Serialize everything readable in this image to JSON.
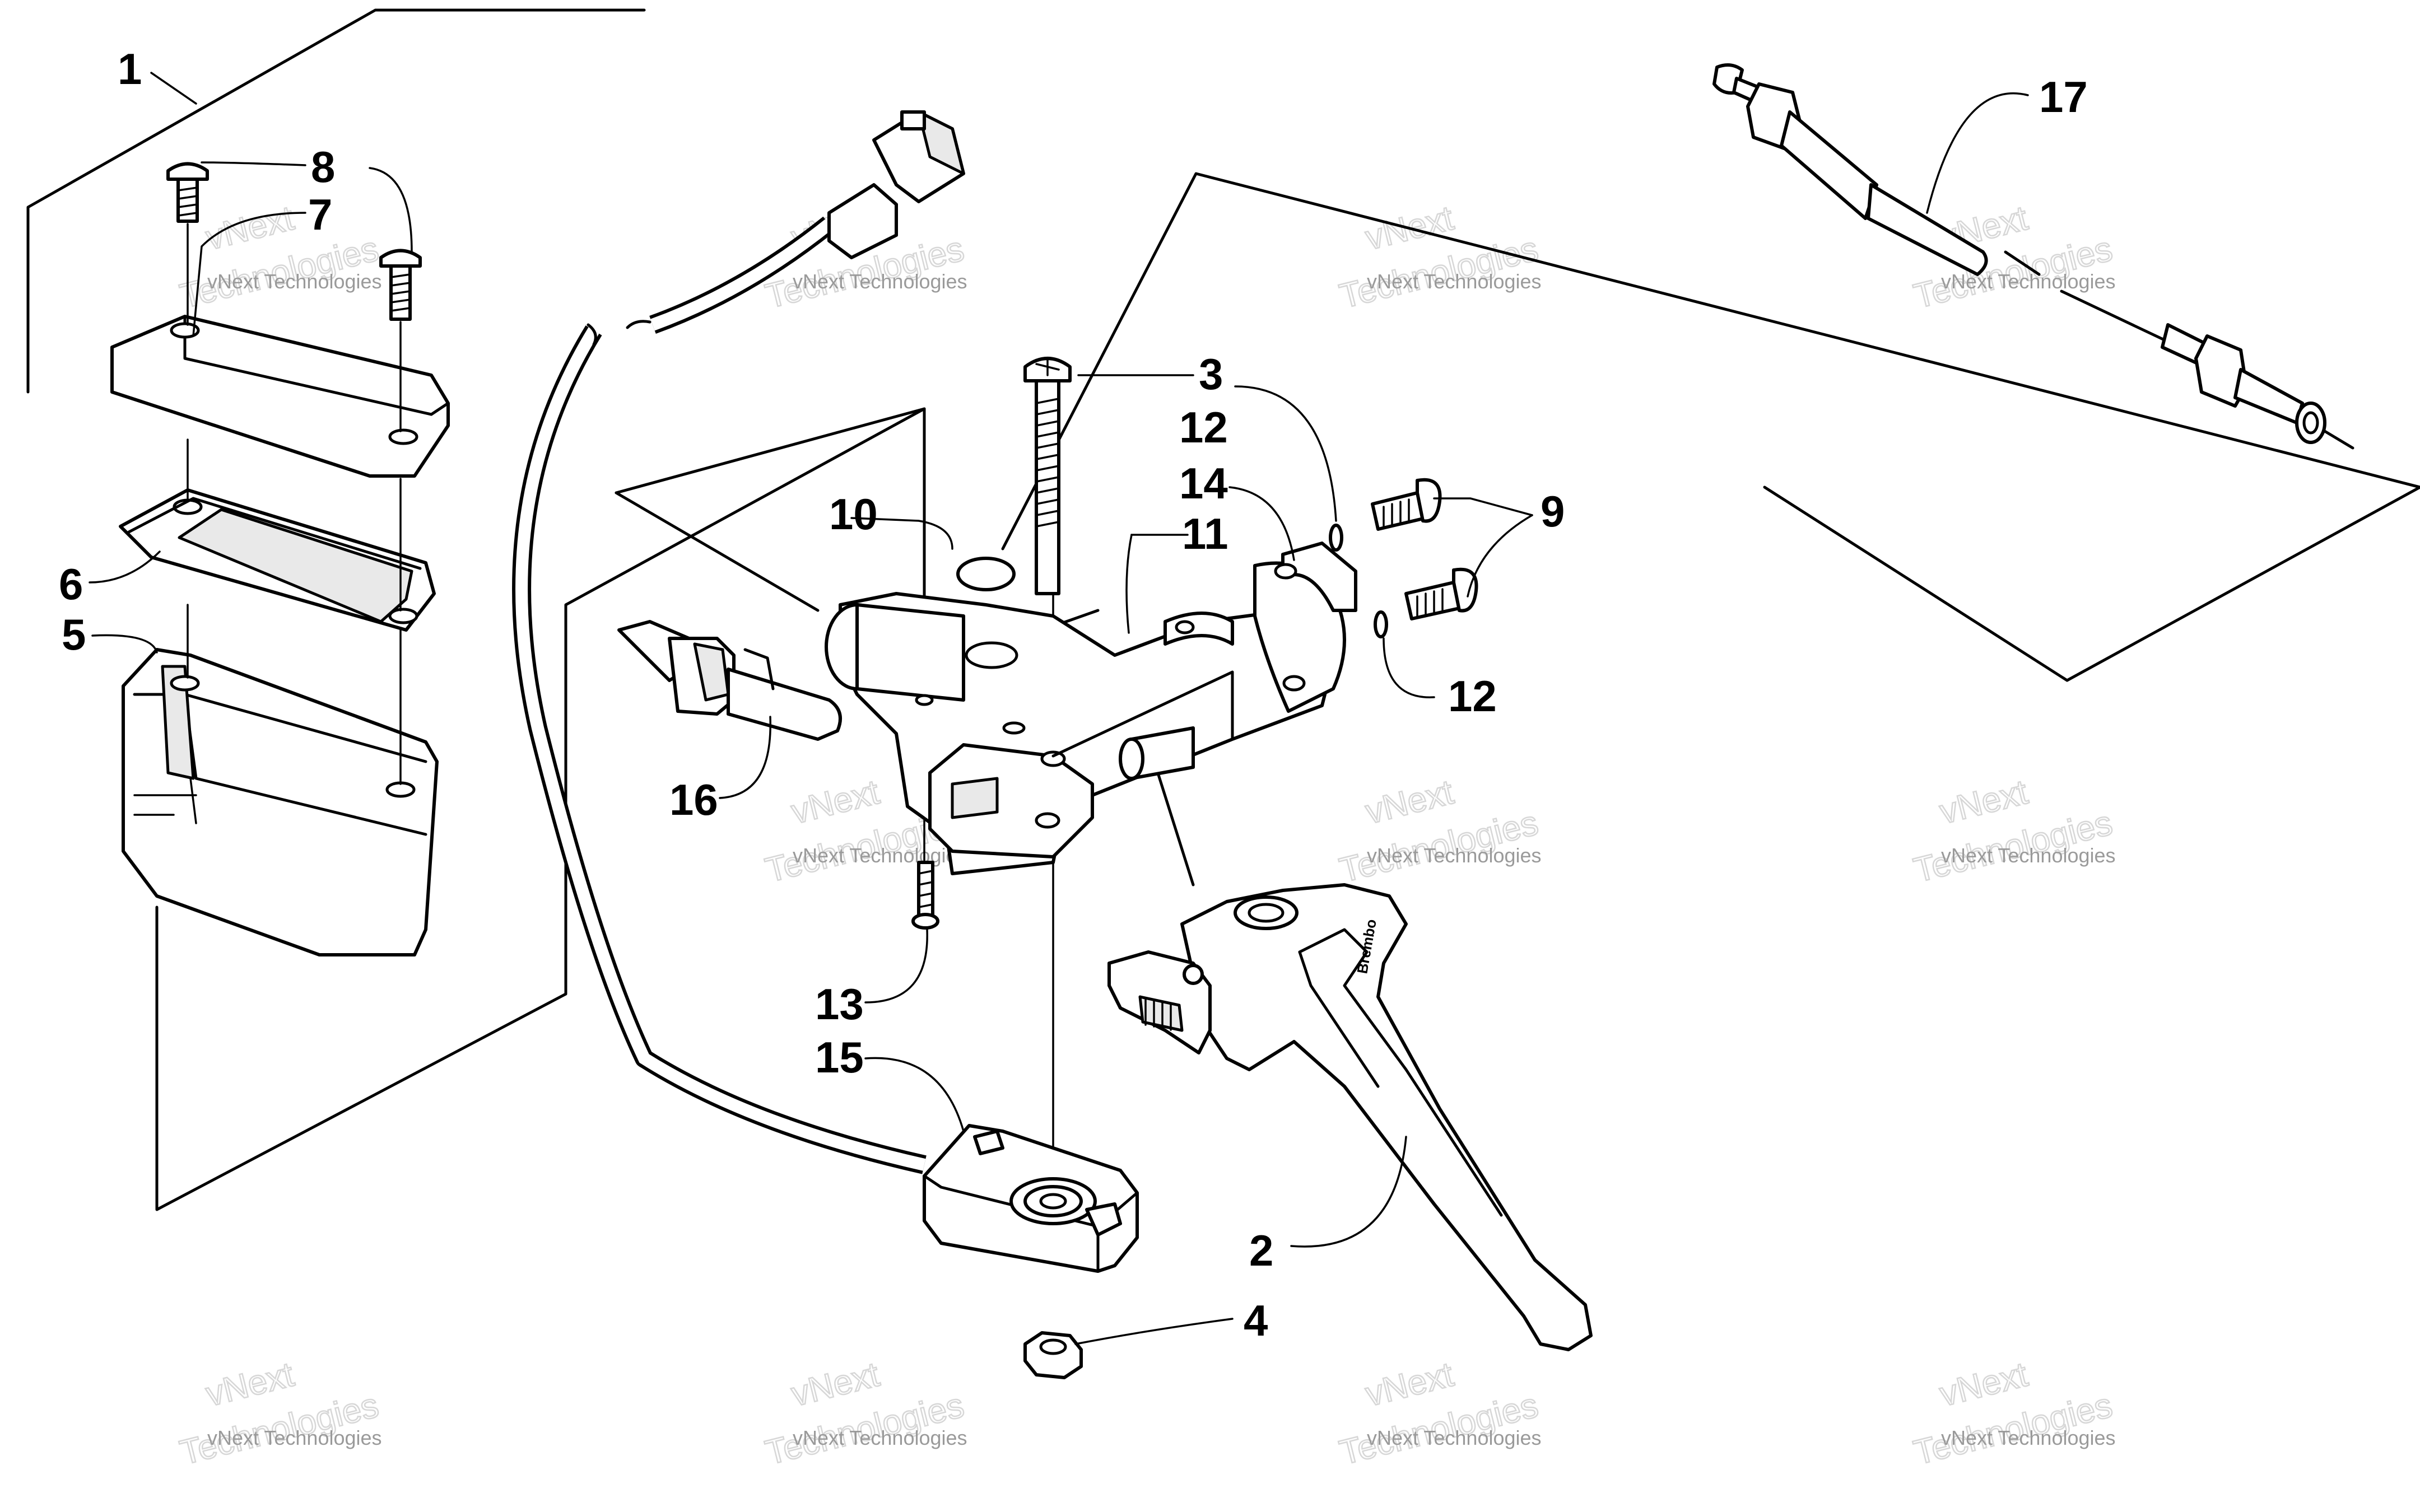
{
  "callouts": [
    {
      "id": "1",
      "text": "1"
    },
    {
      "id": "2",
      "text": "2"
    },
    {
      "id": "3",
      "text": "3"
    },
    {
      "id": "4",
      "text": "4"
    },
    {
      "id": "5",
      "text": "5"
    },
    {
      "id": "6",
      "text": "6"
    },
    {
      "id": "7",
      "text": "7"
    },
    {
      "id": "8",
      "text": "8"
    },
    {
      "id": "9",
      "text": "9"
    },
    {
      "id": "10",
      "text": "10"
    },
    {
      "id": "11",
      "text": "11"
    },
    {
      "id": "12a",
      "text": "12"
    },
    {
      "id": "12b",
      "text": "12"
    },
    {
      "id": "13",
      "text": "13"
    },
    {
      "id": "14",
      "text": "14"
    },
    {
      "id": "15",
      "text": "15"
    },
    {
      "id": "16",
      "text": "16"
    },
    {
      "id": "17",
      "text": "17"
    }
  ],
  "watermark": {
    "line1": "vNext Technologies",
    "line2": "vNext",
    "line3": "Technologies"
  },
  "lever_brand": "Brembo"
}
